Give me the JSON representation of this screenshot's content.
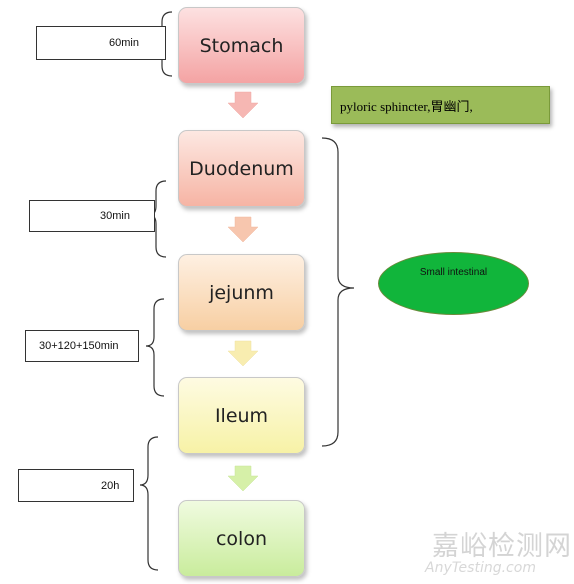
{
  "flow": {
    "stomach": "Stomach",
    "duodenum": "Duodenum",
    "jejunum": "jejunm",
    "ileum": "Ileum",
    "colon": "colon"
  },
  "times": {
    "stomach": "60min",
    "duodenum": "30min",
    "jejunum_ileum": "30+120+150min",
    "colon": "20h"
  },
  "notes": {
    "pyloric": "pyloric sphincter,胃幽门,",
    "small_intestinal": "Small intestinal"
  },
  "watermark": {
    "cn": "嘉峪检测网",
    "en": "AnyTesting.com"
  }
}
